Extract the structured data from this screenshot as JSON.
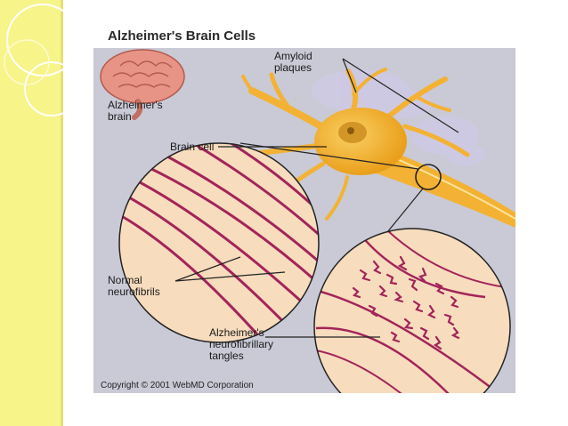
{
  "figure": {
    "title": "Alzheimer's Brain Cells",
    "copyright": "Copyright © 2001 WebMD Corporation",
    "labels": {
      "amyloid_plaques": "Amyloid\nplaques",
      "alzheimers_brain": "Alzheimer's\nbrain",
      "brain_cell": "Brain cell",
      "normal_neurofibrils": "Normal\nneurofibrils",
      "neurofibrillary_tangles": "Alzheimer's\nneurofibrillary\ntangles"
    }
  },
  "colors": {
    "slide_sidebar": "#f7f48a",
    "figure_background": "#c9cad6",
    "neuron": "#f3b233",
    "plaque": "#cfc9e3",
    "fibril": "#a3245a",
    "circle_fill": "#f7dcbd",
    "brain": "#e79486"
  }
}
